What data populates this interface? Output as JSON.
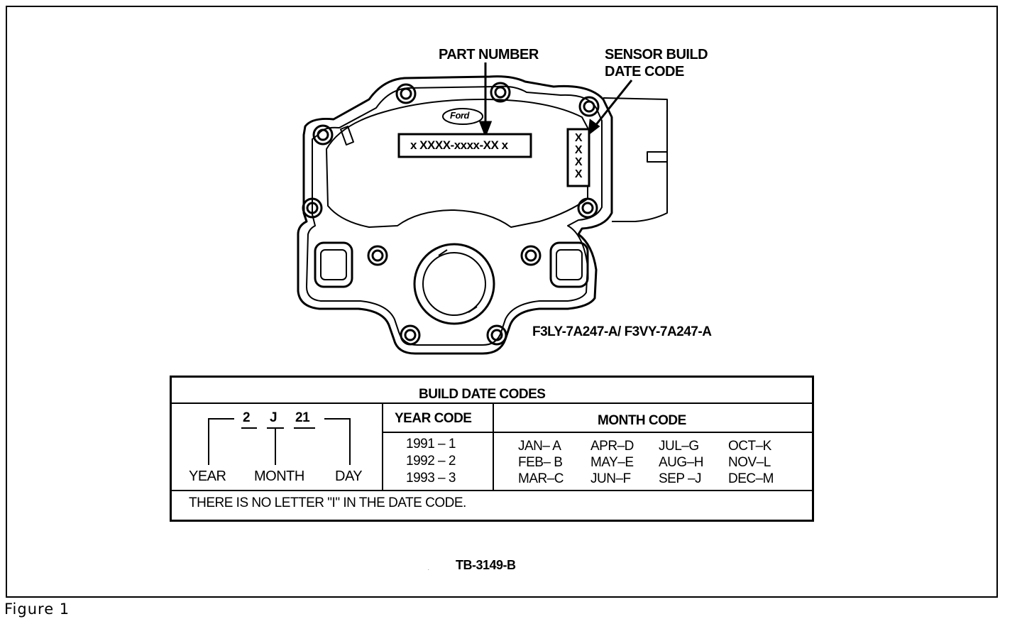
{
  "figure_caption": "Figure 1",
  "diagram": {
    "part_number_label": "PART NUMBER",
    "sensor_label_line1": "SENSOR BUILD",
    "sensor_label_line2": "DATE CODE",
    "part_number_box": "x  XXXX-xxxx-XX  x",
    "sensor_code_box": "XXXX",
    "logo_text": "Ford",
    "model_numbers": "F3LY-7A247-A/ F3VY-7A247-A"
  },
  "table": {
    "title": "BUILD DATE CODES",
    "example": {
      "year_value": "2",
      "month_value": "J",
      "day_value": "21",
      "year_label": "YEAR",
      "month_label": "MONTH",
      "day_label": "DAY"
    },
    "year_code_header": "YEAR CODE",
    "year_codes": [
      "1991 – 1",
      "1992 – 2",
      "1993 – 3"
    ],
    "month_code_header": "MONTH CODE",
    "month_codes": [
      [
        "JAN– A",
        "APR–D",
        "JUL–G",
        "OCT–K"
      ],
      [
        "FEB– B",
        "MAY–E",
        "AUG–H",
        "NOV–L"
      ],
      [
        "MAR–C",
        "JUN–F",
        "SEP –J",
        "DEC–M"
      ]
    ],
    "footnote": "THERE IS NO LETTER \"I\" IN THE DATE CODE."
  },
  "reference_code": "TB-3149-B"
}
